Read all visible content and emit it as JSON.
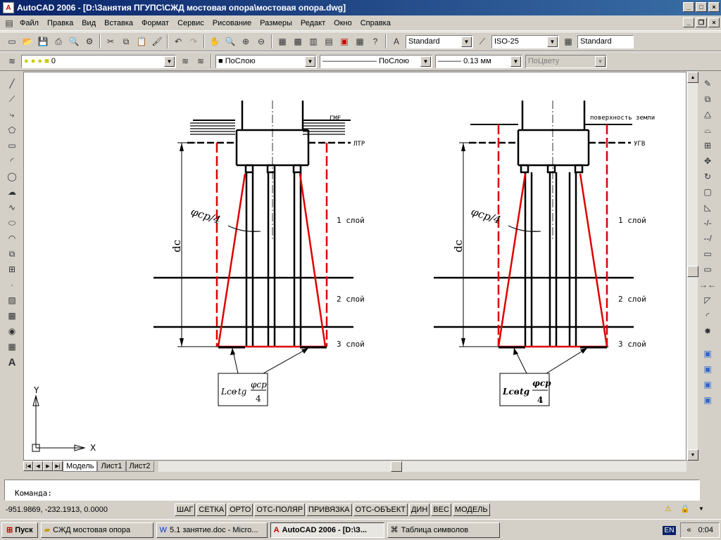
{
  "window": {
    "title": "AutoCAD 2006 - [D:\\Занятия ПГУПС\\СЖД мостовая опора\\мостовая опора.dwg]"
  },
  "menu": [
    "Файл",
    "Правка",
    "Вид",
    "Вставка",
    "Формат",
    "Сервис",
    "Рисование",
    "Размеры",
    "Редакт",
    "Окно",
    "Справка"
  ],
  "toolbar1": {
    "text_style": "Standard",
    "dim_style": "ISO-25",
    "table_style": "Standard"
  },
  "toolbar2": {
    "layer": "0",
    "color": "ПоСлою",
    "linetype": "ПоСлою",
    "lineweight": "0.13 мм",
    "plotstyle": "ПоЦвету"
  },
  "drawing": {
    "left": {
      "gme": "ГМЕ",
      "ltr": "ЛТР",
      "angle": "φср/4",
      "depth": "dc",
      "layers": [
        "1 слой",
        "2 слой",
        "3 слой"
      ],
      "formula_l": "Lсв",
      "formula_tg": "·tg",
      "formula_num": "φср",
      "formula_den": "4"
    },
    "right": {
      "ground": "поверхность земли",
      "ugv": "УГВ",
      "angle": "φср/4",
      "depth": "dc",
      "layers": [
        "1 слой",
        "2 слой",
        "3 слой"
      ],
      "formula_l": "Lсв",
      "formula_tg": "·tg",
      "formula_num": "φср",
      "formula_den": "4"
    },
    "ucs_x": "X",
    "ucs_y": "Y"
  },
  "tabs": [
    "Модель",
    "Лист1",
    "Лист2"
  ],
  "command": {
    "prompt": "Команда:"
  },
  "status": {
    "coords": "-951.9869, -232.1913, 0.0000",
    "buttons": [
      "ШАГ",
      "СЕТКА",
      "ОРТО",
      "ОТС-ПОЛЯР",
      "ПРИВЯЗКА",
      "ОТС-ОБЪЕКТ",
      "ДИН",
      "ВЕС",
      "МОДЕЛЬ"
    ]
  },
  "taskbar": {
    "start": "Пуск",
    "tasks": [
      "СЖД мостовая опора",
      "5.1 занятие.doc - Micro...",
      "AutoCAD 2006 - [D:\\З...",
      "Таблица символов"
    ],
    "lang": "EN",
    "clock": "0:04"
  },
  "colors": {
    "red": "#e00000",
    "black": "#000000",
    "title_start": "#0a246a"
  }
}
